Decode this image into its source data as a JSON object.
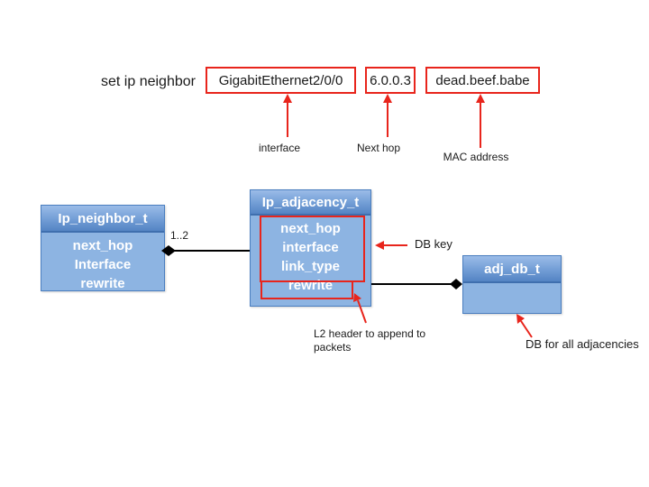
{
  "command": {
    "prefix": "set ip neighbor",
    "args": [
      {
        "value": "GigabitEthernet2/0/0",
        "annotation": "interface"
      },
      {
        "value": "6.0.0.3",
        "annotation": "Next hop"
      },
      {
        "value": "dead.beef.babe",
        "annotation": "MAC address"
      }
    ]
  },
  "classes": [
    {
      "name": "Ip_neighbor_t",
      "fields": [
        "next_hop",
        "Interface",
        "rewrite"
      ]
    },
    {
      "name": "Ip_adjacency_t",
      "fields": [
        "next_hop",
        "interface",
        "link_type",
        "rewrite"
      ]
    },
    {
      "name": "adj_db_t",
      "fields": []
    }
  ],
  "relations": [
    {
      "from": "Ip_neighbor_t",
      "to": "Ip_adjacency_t",
      "multiplicity": "1..2"
    },
    {
      "from": "Ip_adjacency_t",
      "to": "adj_db_t",
      "multiplicity": ""
    }
  ],
  "annotations": {
    "db_key": "DB key",
    "l2_line1": "L2 header to append to",
    "l2_line2": "packets",
    "db_all": "DB for all adjacencies"
  },
  "colors": {
    "annotation_red": "#e8251c",
    "box_body_blue": "#8db4e2",
    "box_header_blue": "#5484c4",
    "box_border_blue": "#4a7ebf",
    "connector_black": "#000000",
    "background": "#ffffff"
  }
}
